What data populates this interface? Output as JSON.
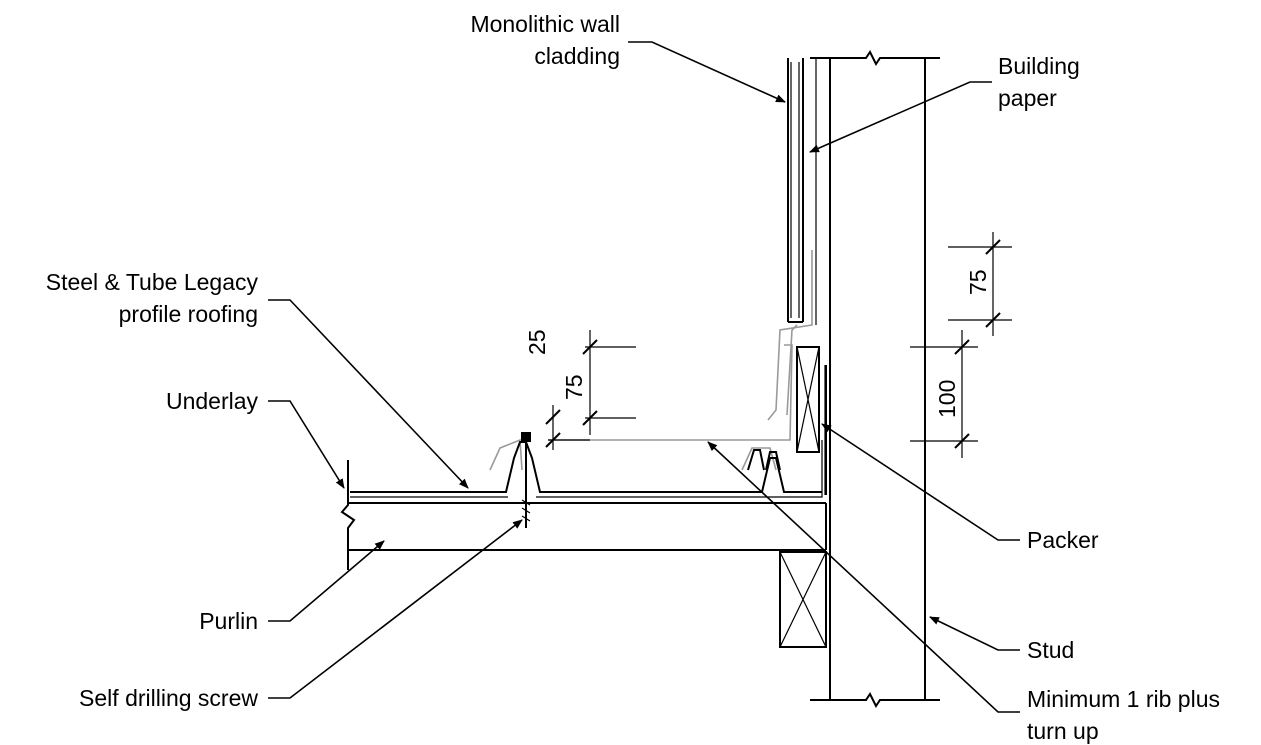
{
  "labels": {
    "wall_cladding": [
      "Monolithic wall",
      "cladding"
    ],
    "building_paper": [
      "Building",
      "paper"
    ],
    "roofing": [
      "Steel & Tube Legacy",
      "profile roofing"
    ],
    "underlay": "Underlay",
    "purlin": "Purlin",
    "screw": "Self drilling screw",
    "packer": "Packer",
    "stud": "Stud",
    "rib": [
      "Minimum 1 rib plus",
      "turn up"
    ]
  },
  "dimensions": {
    "d25": "25",
    "d75_left": "75",
    "d75_right": "75",
    "d100": "100"
  }
}
